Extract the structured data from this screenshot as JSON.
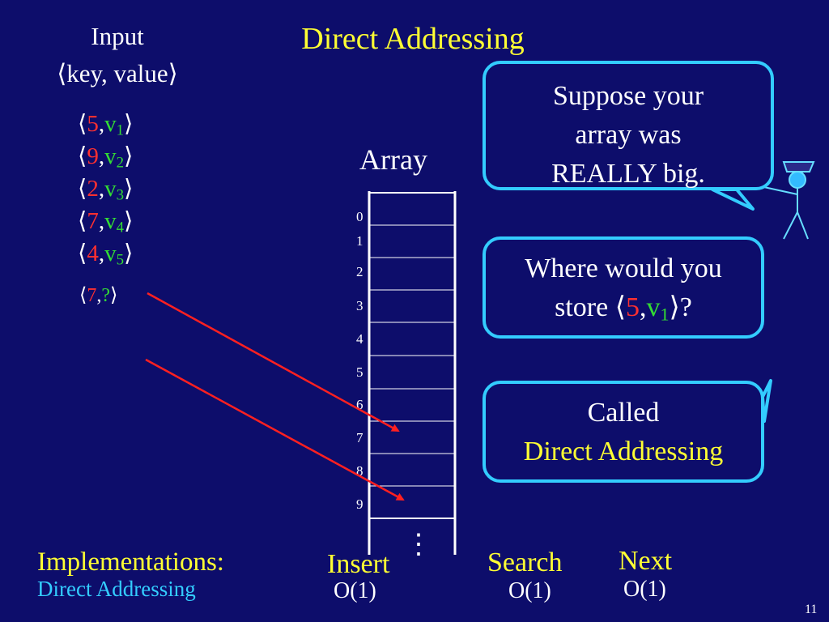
{
  "title": "Direct Addressing",
  "input_heading": {
    "line1": "Input",
    "line2": "⟨key, value⟩"
  },
  "pairs": [
    {
      "key": "5",
      "value": "v",
      "sub": "1"
    },
    {
      "key": "9",
      "value": "v",
      "sub": "2"
    },
    {
      "key": "2",
      "value": "v",
      "sub": "3"
    },
    {
      "key": "7",
      "value": "v",
      "sub": "4"
    },
    {
      "key": "4",
      "value": "v",
      "sub": "5"
    }
  ],
  "query": {
    "key": "7",
    "value": "?"
  },
  "array": {
    "label": "Array",
    "indices": [
      "0",
      "1",
      "2",
      "3",
      "4",
      "5",
      "6",
      "7",
      "8",
      "9"
    ],
    "ellipsis": "⋮"
  },
  "bubbles": {
    "big": {
      "line1": "Suppose your",
      "line2": "array was",
      "line3": "REALLY big."
    },
    "where": {
      "line1": "Where would you",
      "prefix": "store ⟨",
      "key": "5",
      "comma": ",",
      "value": "v",
      "sub": "1",
      "suffix": "⟩?"
    },
    "called": {
      "line1": "Called",
      "line2": "Direct Addressing"
    }
  },
  "implementations": {
    "heading": "Implementations:",
    "value": "Direct Addressing"
  },
  "operations": [
    {
      "name": "Insert",
      "cost": "O(1)"
    },
    {
      "name": "Search",
      "cost": "O(1)"
    },
    {
      "name": "Next",
      "cost": "O(1)"
    }
  ],
  "page_number": "11",
  "colors": {
    "background": "#0d0d6b",
    "title": "#ffff33",
    "key": "#ff3030",
    "value": "#33dd33",
    "border": "#33ccff",
    "arrow": "#ff2020"
  }
}
